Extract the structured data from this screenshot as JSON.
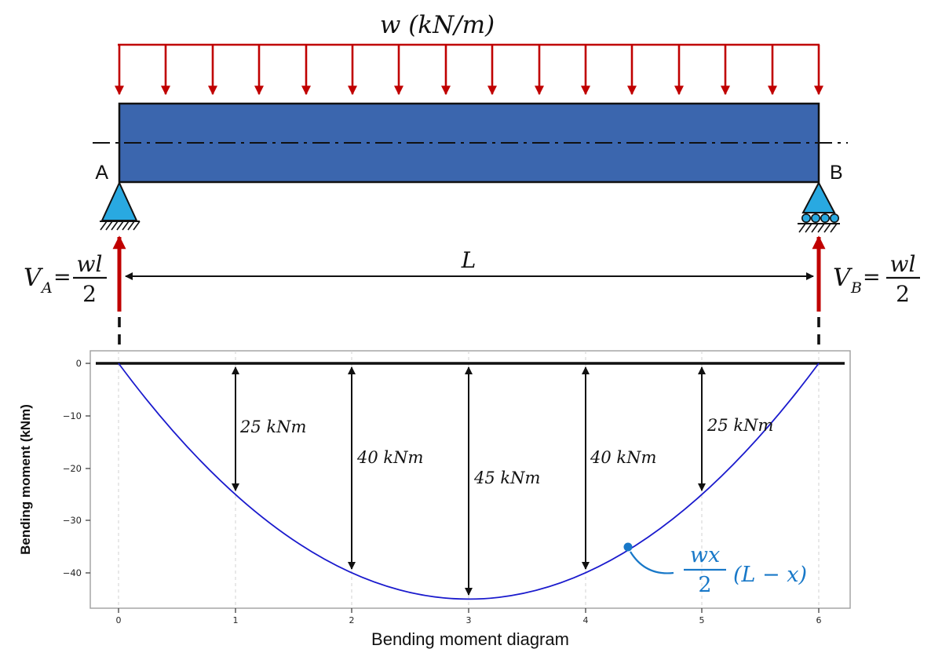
{
  "figure": {
    "load_label": "w (kN/m)",
    "support_a": "A",
    "support_b": "B",
    "span_label": "L",
    "reaction_left": {
      "symbol": "V",
      "subscript": "A",
      "equals": "=",
      "numerator": "wl",
      "denominator": "2"
    },
    "reaction_right": {
      "symbol": "V",
      "subscript": "B",
      "equals": "=",
      "numerator": "wl",
      "denominator": "2"
    }
  },
  "plot": {
    "ylabel": "Bending moment (kNm)",
    "xlabel": "Bending moment diagram",
    "yticks": [
      "0",
      "−10",
      "−20",
      "−30",
      "−40"
    ],
    "xticks": [
      "0",
      "1",
      "2",
      "3",
      "4",
      "5",
      "6"
    ],
    "moment_labels": [
      "25 kNm",
      "40 kNm",
      "45 kNm",
      "40 kNm",
      "25 kNm"
    ],
    "formula": {
      "numerator": "wx",
      "denominator": "2",
      "tail": "(L − x)"
    }
  },
  "colors": {
    "load_red": "#c00000",
    "beam_blue": "#3b66ae",
    "support_cyan": "#29a9e1",
    "curve_blue": "#1a1acd",
    "formula_blue": "#1878c8",
    "grid_gray": "#d0d0d0",
    "spine_gray": "#a0a0a0"
  },
  "chart_data": {
    "type": "line",
    "title": "Bending moment diagram",
    "xlabel": "Bending moment diagram",
    "ylabel": "Bending moment (kNm)",
    "x": [
      0,
      0.5,
      1,
      1.5,
      2,
      2.5,
      3,
      3.5,
      4,
      4.5,
      5,
      5.5,
      6
    ],
    "y": [
      0,
      -13.75,
      -25,
      -33.75,
      -40,
      -43.75,
      -45,
      -43.75,
      -40,
      -33.75,
      -25,
      -13.75,
      0
    ],
    "xlim": [
      -0.3,
      6.3
    ],
    "ylim": [
      -47,
      2
    ],
    "xticks": [
      0,
      1,
      2,
      3,
      4,
      5,
      6
    ],
    "yticks": [
      0,
      -10,
      -20,
      -30,
      -40
    ],
    "grid": true,
    "legend": "none",
    "annotations": [
      {
        "x": 1,
        "y": -25,
        "label": "25 kNm"
      },
      {
        "x": 2,
        "y": -40,
        "label": "40 kNm"
      },
      {
        "x": 3,
        "y": -45,
        "label": "45 kNm"
      },
      {
        "x": 4,
        "y": -40,
        "label": "40 kNm"
      },
      {
        "x": 5,
        "y": -25,
        "label": "25 kNm"
      }
    ],
    "point_annotation": {
      "x": 4.35,
      "y": -35.9,
      "label": "wx/2 (L − x)"
    }
  }
}
